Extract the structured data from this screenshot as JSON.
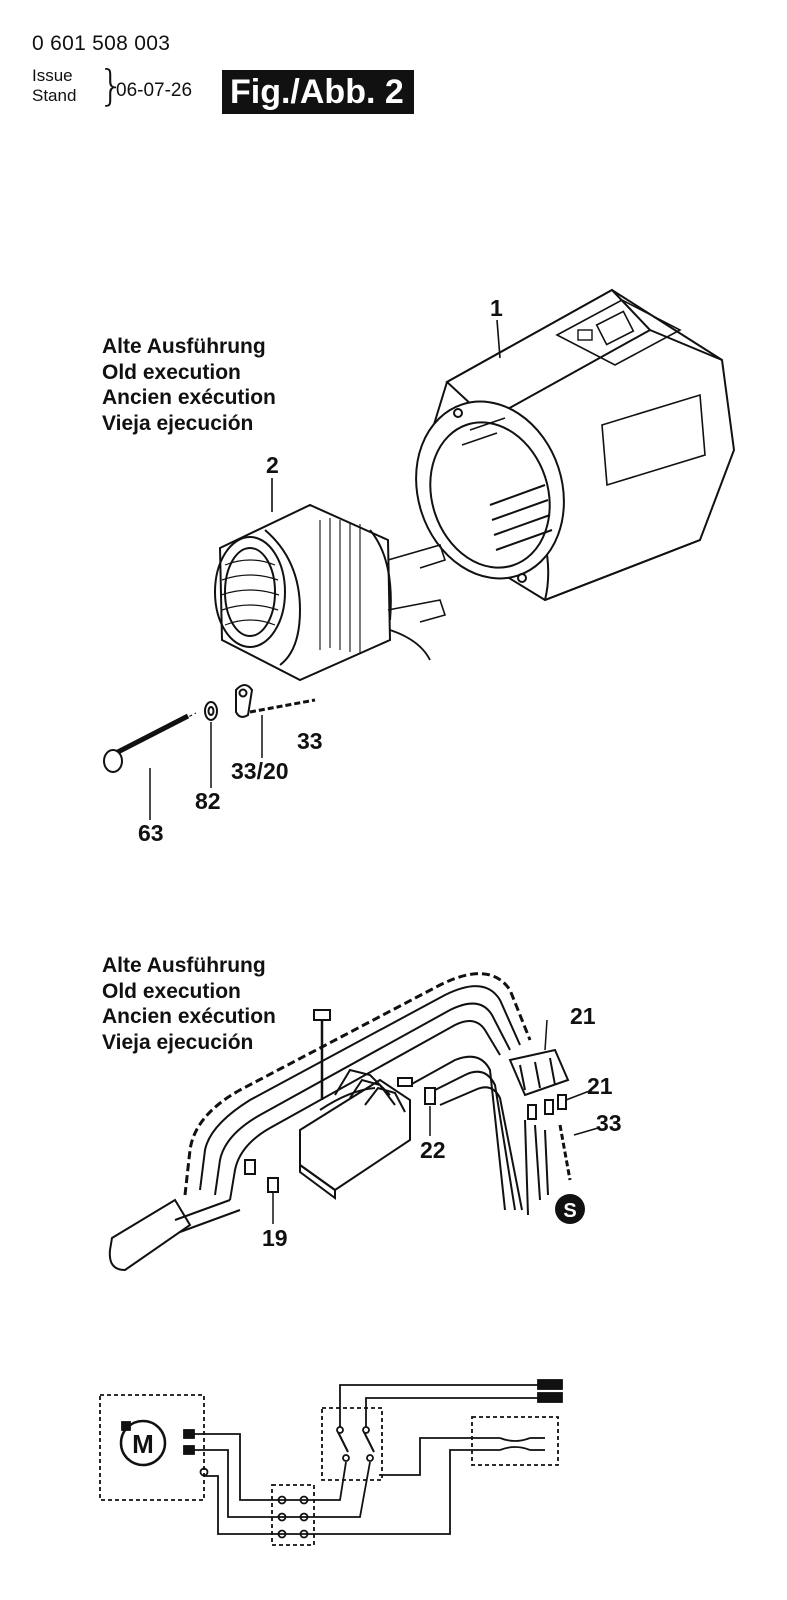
{
  "header": {
    "part_number": "0 601 508 003",
    "issue_label": "Issue",
    "stand_label": "Stand",
    "date": "06-07-26",
    "figure_label": "Fig./Abb. 2"
  },
  "note_upper": [
    "Alte Ausführung",
    "Old execution",
    "Ancien exécution",
    "Vieja ejecución"
  ],
  "note_lower": [
    "Alte Ausführung",
    "Old execution",
    "Ancien exécution",
    "Vieja ejecución"
  ],
  "callouts": {
    "housing": "1",
    "field": "2",
    "cable_33": "33",
    "cable_33_20": "33/20",
    "washer": "82",
    "screw": "63",
    "terminal_21_top": "21",
    "terminal_21_mid": "21",
    "cable_33_lower": "33",
    "sleeve_22": "22",
    "connector_19": "19",
    "s_marker": "S"
  },
  "schematic": {
    "motor_label": "M"
  }
}
